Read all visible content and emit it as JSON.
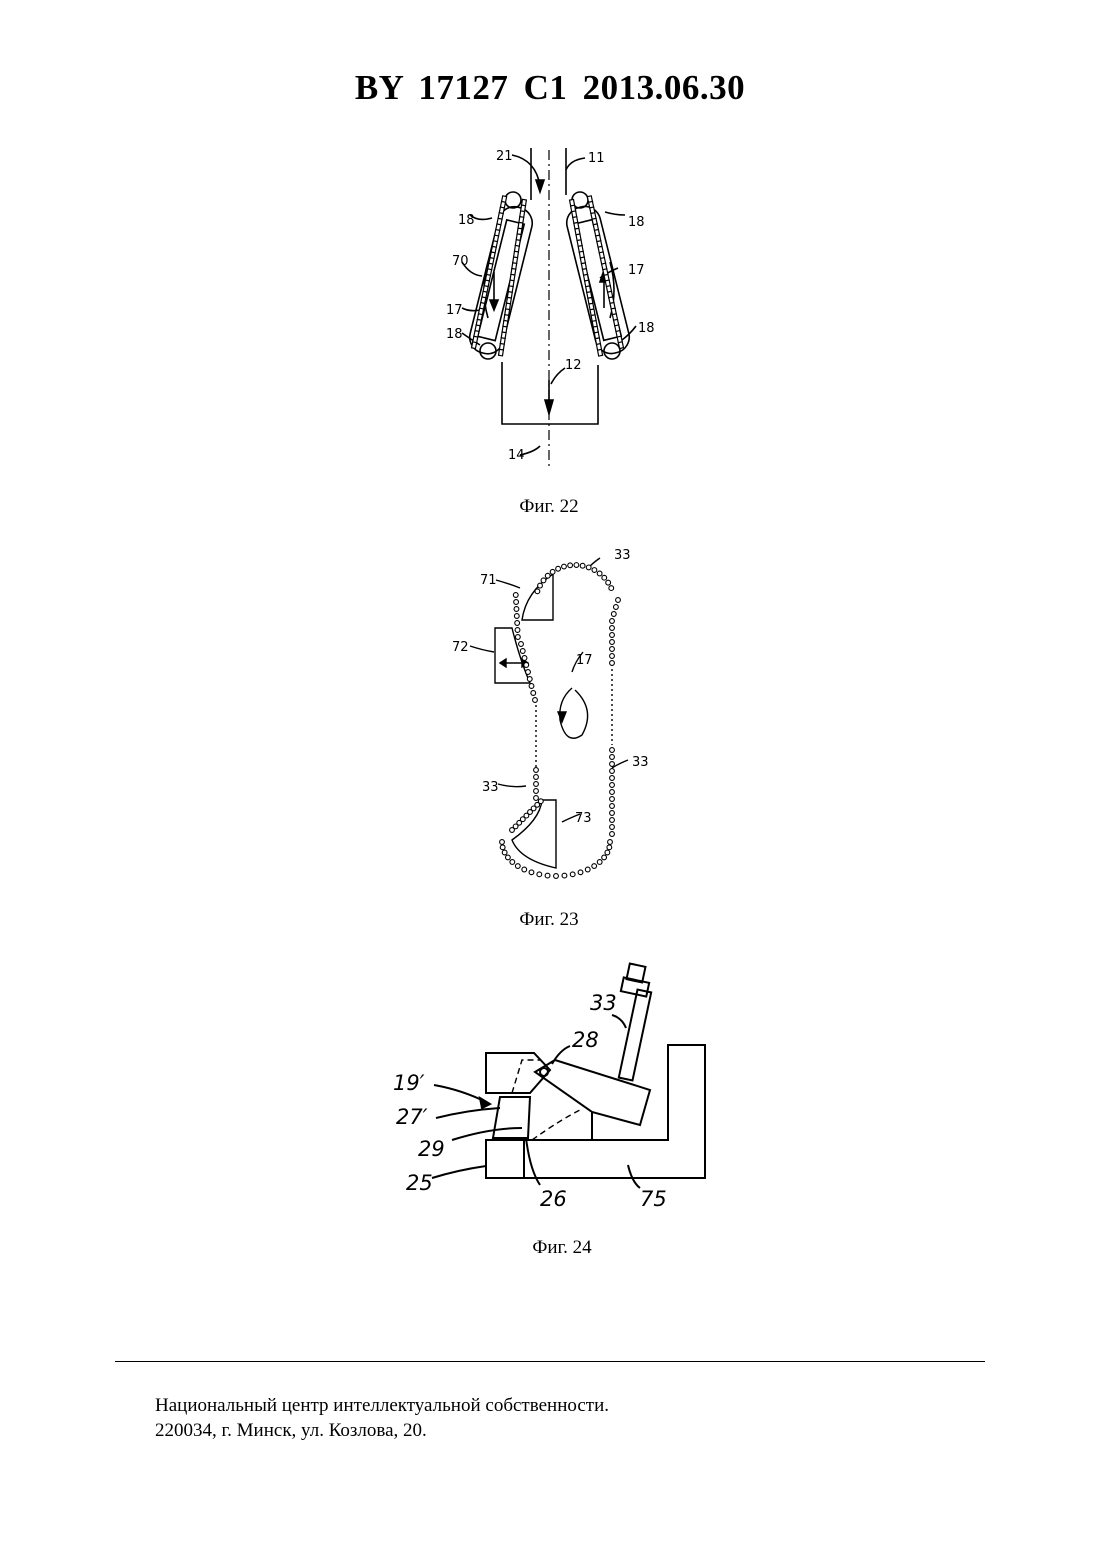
{
  "header": {
    "title": "BY  17127  C1  2013.06.30"
  },
  "figures": [
    {
      "caption": "Фиг. 22",
      "labels": [
        "21",
        "11",
        "18",
        "18",
        "70",
        "17",
        "17",
        "18",
        "18",
        "12",
        "14"
      ]
    },
    {
      "caption": "Фиг. 23",
      "labels": [
        "33",
        "71",
        "72",
        "17",
        "33",
        "33",
        "73"
      ]
    },
    {
      "caption": "Фиг. 24",
      "labels": [
        "33",
        "28",
        "19′",
        "27′",
        "29",
        "25",
        "26",
        "75"
      ]
    }
  ],
  "footer": {
    "line1": "Национальный центр интеллектуальной собственности.",
    "line2": "220034, г. Минск, ул. Козлова, 20."
  }
}
